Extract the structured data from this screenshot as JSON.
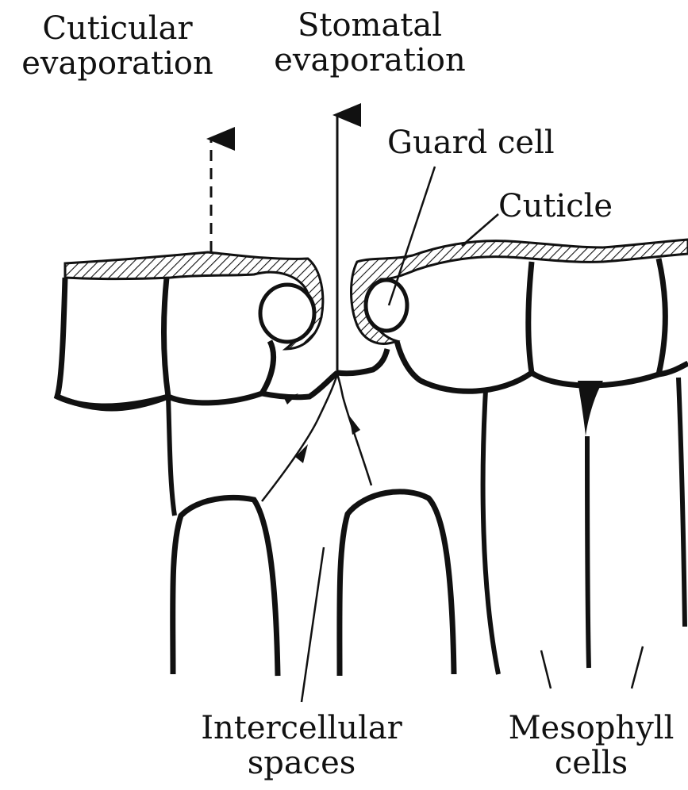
{
  "labels": {
    "cuticular_evaporation": [
      "Cuticular",
      "evaporation"
    ],
    "stomatal_evaporation": [
      "Stomatal",
      "evaporation"
    ],
    "guard_cell": "Guard cell",
    "cuticle": "Cuticle",
    "intercellular_spaces": [
      "Intercellular",
      "spaces"
    ],
    "mesophyll_cells": [
      "Mesophyll",
      "cells"
    ]
  },
  "colors": {
    "ink": "#111111",
    "background": "#ffffff"
  }
}
